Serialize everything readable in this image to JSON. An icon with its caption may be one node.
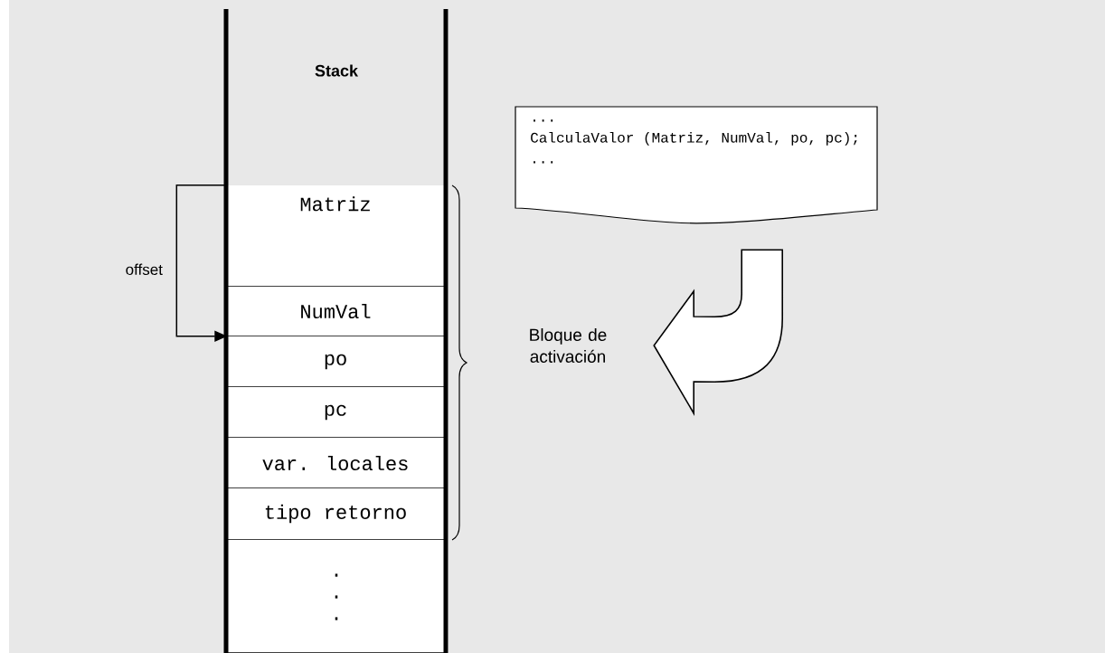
{
  "diagram": {
    "nodes": [
      {
        "text": [
          "Matriz"
        ]
      },
      {
        "text": [
          "NumVal"
        ]
      },
      {
        "text": [
          "po"
        ]
      },
      {
        "text": [
          "pc"
        ]
      },
      {
        "text": [
          "var. locales"
        ]
      },
      {
        "text": [
          "tipo retorno"
        ]
      },
      {
        "text": [],
        "shape": "box"
      },
      {
        "text": [
          "...",
          "CalculaValor (Matriz, NumVal, po, pc);",
          "..."
        ]
      },
      {
        "text": [
          "Bloque de activación"
        ]
      }
    ],
    "edges": [
      {
        "from": 0,
        "to": 2,
        "arrow": "to",
        "label": "offset"
      },
      {
        "from": 7,
        "to": 8,
        "arrow": "to",
        "style": "thick"
      }
    ],
    "labels": [
      "Stack",
      ".",
      ".",
      "."
    ]
  }
}
